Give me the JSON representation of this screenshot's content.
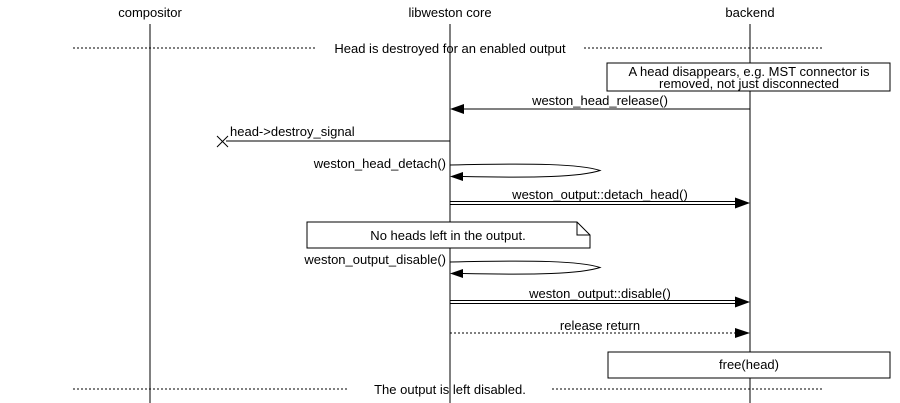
{
  "participants": [
    {
      "label": "compositor"
    },
    {
      "label": "libweston core"
    },
    {
      "label": "backend"
    }
  ],
  "dividers": [
    {
      "text": "Head is destroyed for an enabled output"
    },
    {
      "text": "The output is left disabled."
    }
  ],
  "notes": [
    {
      "lines": [
        "A head disappears, e.g. MST connector is",
        "removed, not just disconnected"
      ]
    },
    {
      "lines": [
        "No heads left in the output."
      ]
    },
    {
      "lines": [
        "free(head)"
      ]
    }
  ],
  "messages": [
    {
      "label": "weston_head_release()",
      "from": "backend",
      "to": "libweston core",
      "kind": "call"
    },
    {
      "label": "head->destroy_signal",
      "from": "libweston core",
      "to": "lost",
      "kind": "lost-signal"
    },
    {
      "label": "weston_head_detach()",
      "from": "libweston core",
      "to": "libweston core",
      "kind": "self-call"
    },
    {
      "label": "weston_output::detach_head()",
      "from": "libweston core",
      "to": "backend",
      "kind": "method"
    },
    {
      "label": "weston_output_disable()",
      "from": "libweston core",
      "to": "libweston core",
      "kind": "self-call"
    },
    {
      "label": "weston_output::disable()",
      "from": "libweston core",
      "to": "backend",
      "kind": "method"
    },
    {
      "label": "release return",
      "from": "libweston core",
      "to": "backend",
      "kind": "return"
    }
  ],
  "colors": {
    "line": "#000000",
    "background": "#ffffff"
  }
}
